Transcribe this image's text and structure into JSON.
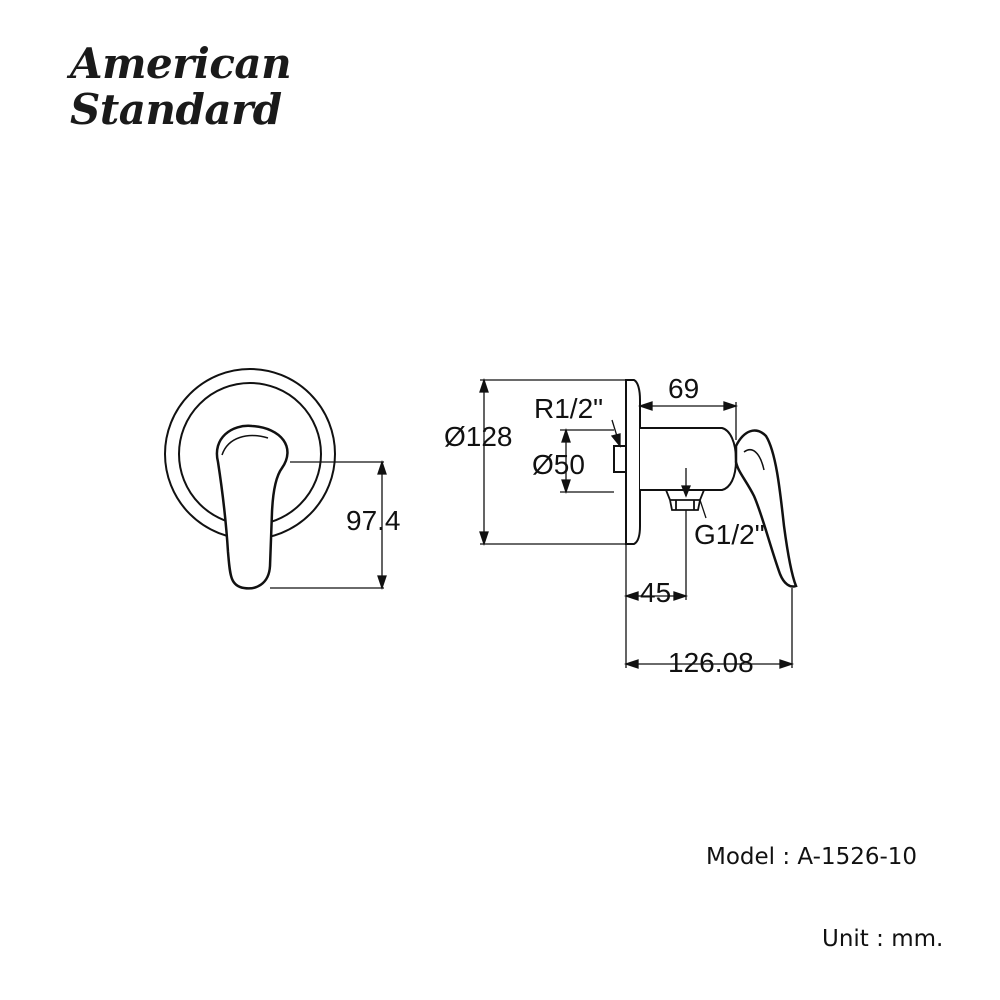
{
  "brand": {
    "line1": "American",
    "line2": "Standard"
  },
  "dimensions": {
    "height": "97.4",
    "plate_diameter": "Ø128",
    "inlet_thread": "R1/2\"",
    "body_diameter": "Ø50",
    "projection": "69",
    "outlet_thread": "G1/2\"",
    "outlet_offset": "45",
    "total_depth": "126.08"
  },
  "info": {
    "model": "Model : A-1526-10",
    "unit": "Unit : mm."
  }
}
